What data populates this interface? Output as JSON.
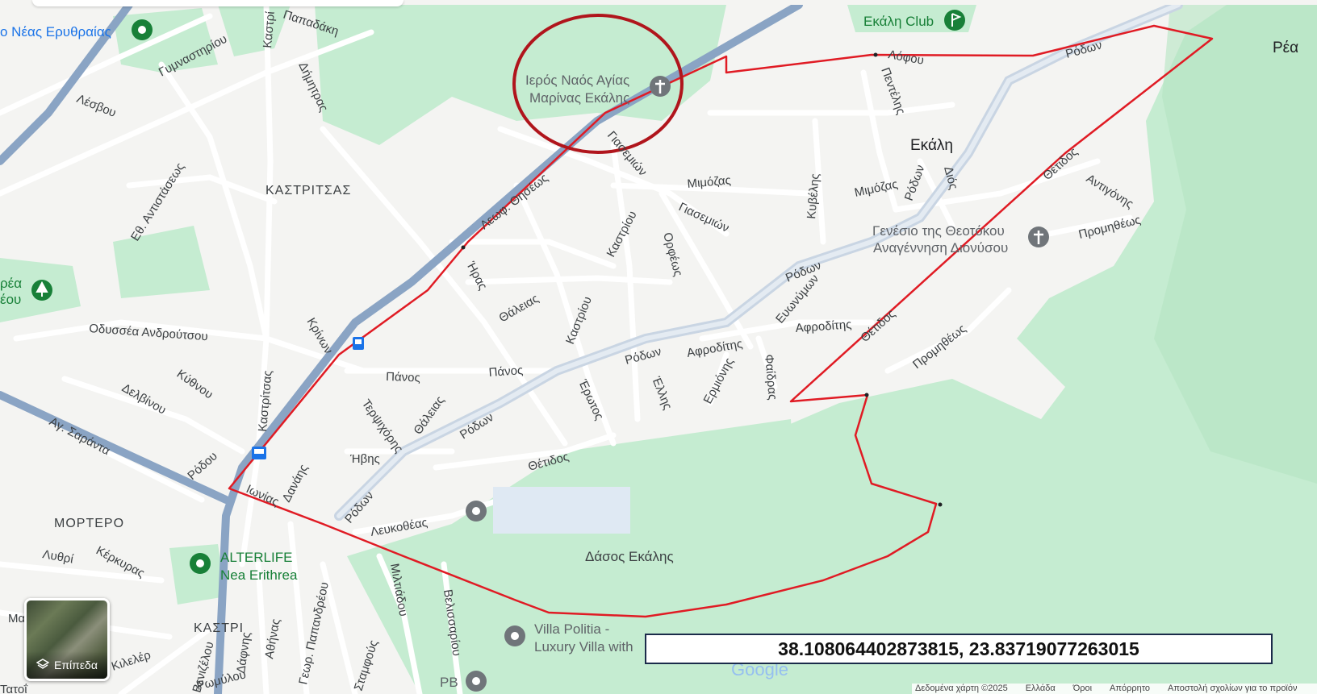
{
  "coordinates_text": "38.108064402873815, 23.83719077263015",
  "layers_button_label": "Επίπεδα",
  "footer_items": [
    "Δεδομένα χάρτη ©2025",
    "Ελλάδα",
    "Όροι",
    "Απόρρητο",
    "Αποστολή σχολίων για το προϊόν"
  ],
  "google_logo_text": "Google",
  "places": {
    "kastritsas": "ΚΑΣΤΡΙΤΣΑΣ",
    "mortero": "ΜΟΡΤΕΡΟ",
    "kastri": "ΚΑΣΤΡΙ",
    "ekali": "Εκάλη",
    "rea": "Ρέα",
    "dasos": "Δάσος Εκάλης"
  },
  "pois": {
    "nea_erythraia": "ο Νέας Ερυθραίας",
    "ekali_club": "Εκάλη Club",
    "church1_line1": "Ιερός Ναός Αγίας",
    "church1_line2": "Μαρίνας Εκάλης",
    "church2_line1": "Γενέσιο της Θεοτόκου",
    "church2_line2": "Αναγέννηση Διονύσου",
    "alterlife_line1": "ALTERLIFE",
    "alterlife_line2": "Nea Erithrea",
    "villa_line1": "Villa Politia -",
    "villa_line2": "Luxury Villa with",
    "pb": "PB",
    "park_left_line1": "ρέα",
    "park_left_line2": "έου"
  },
  "roads": {
    "papadaki": "Παπαδάκη",
    "kastritsi": "Καστρί",
    "gymnastiriou": "Γυμναστηρίου",
    "lesvou": "Λέσβου",
    "dimitras": "Δήμητρας",
    "leof_thiseos": "Λεωφ. Θησέως",
    "ethn_antistaseos": "Εθ. Αντιστάσεως",
    "krinon": "Κρίνων",
    "iras": "Ήρας",
    "thaleias1": "Θάλειας",
    "kastriou1": "Καστρίου",
    "kastriou2": "Καστρίου",
    "orfeos": "Ορφέως",
    "giasemion1": "Γιασεμιών",
    "giasemion2": "Γιασεμιών",
    "mimozas1": "Μιμόζας",
    "mimozas2": "Μιμόζας",
    "kyvelis": "Κυβέλης",
    "lofou": "Λόφου",
    "pentelis": "Πεντέλης",
    "rodon_top": "Ρόδων",
    "rodon_mid": "Ρόδων",
    "rodon_center": "Ρόδων",
    "rodon_low": "Ρόδων",
    "rodon_bottom": "Ρόδων",
    "rodon_vertical": "Ρόδων",
    "dios": "Διός",
    "thetidos1": "Θέτιδος",
    "thetidos2": "Θέτιδος",
    "thetidos3": "Θέτιδος",
    "antigonis": "Αντιγόνης",
    "promitheos1": "Προμηθέως",
    "promitheos2": "Προμηθέως",
    "odyssea": "Οδυσσέα Ανδρούτσου",
    "kythnou": "Κύθνου",
    "delvinou": "Δελβίνου",
    "ag_saranta": "Αγ. Σαράντα",
    "kastritsas_rd": "Καστρίτσας",
    "panos1": "Πάνος",
    "panos2": "Πάνος",
    "terpsichoris": "Τερψιχόρης",
    "thaleias2": "Θάλειας",
    "erosis": "Έρωτος",
    "ellis": "Έλλης",
    "afroditis1": "Αφροδίτης",
    "afroditis2": "Αφροδίτης",
    "ermionis": "Ερμιόνης",
    "faidras": "Φαίδρας",
    "efnymon": "Ευωνύμων",
    "ivis": "Ήβης",
    "danais": "Δανάης",
    "rodou": "Ρόδου",
    "ionias": "Ιωνίας",
    "lefkoeas": "Λευκοθέας",
    "miltiadou": "Μιλτιάδου",
    "velissariou": "Βελισσαρίου",
    "lythri": "Λυθρί",
    "kerkyras": "Κέρκυρας",
    "athinas": "Αθήνας",
    "dafnis": "Δάφνης",
    "georg_papandreou": "Γεωρ. Παπανδρέου",
    "kilelver": "Κιλελέρ",
    "romylou": "Ρωμύλου",
    "stamfous": "Σταμφούς",
    "venizelou": "Βενιζέλου",
    "ma": "Μα",
    "tatoi": "Τατοΐ"
  },
  "colors": {
    "map_bg": "#f4f4f2",
    "park_green": "#c5ecd1",
    "park_dark": "#a8deb6",
    "main_road": "#8aa4c4",
    "minor_road": "#ffffff",
    "route_red": "#e01b24",
    "circle_red": "#b0151c",
    "poi_grey": "#70757a",
    "poi_green": "#188038"
  },
  "icons": {
    "poi_pin": "map-pin-icon",
    "church": "church-cross-icon",
    "park": "tree-icon",
    "golf": "golf-icon",
    "bus": "bus-stop-icon",
    "layers": "layers-icon"
  }
}
